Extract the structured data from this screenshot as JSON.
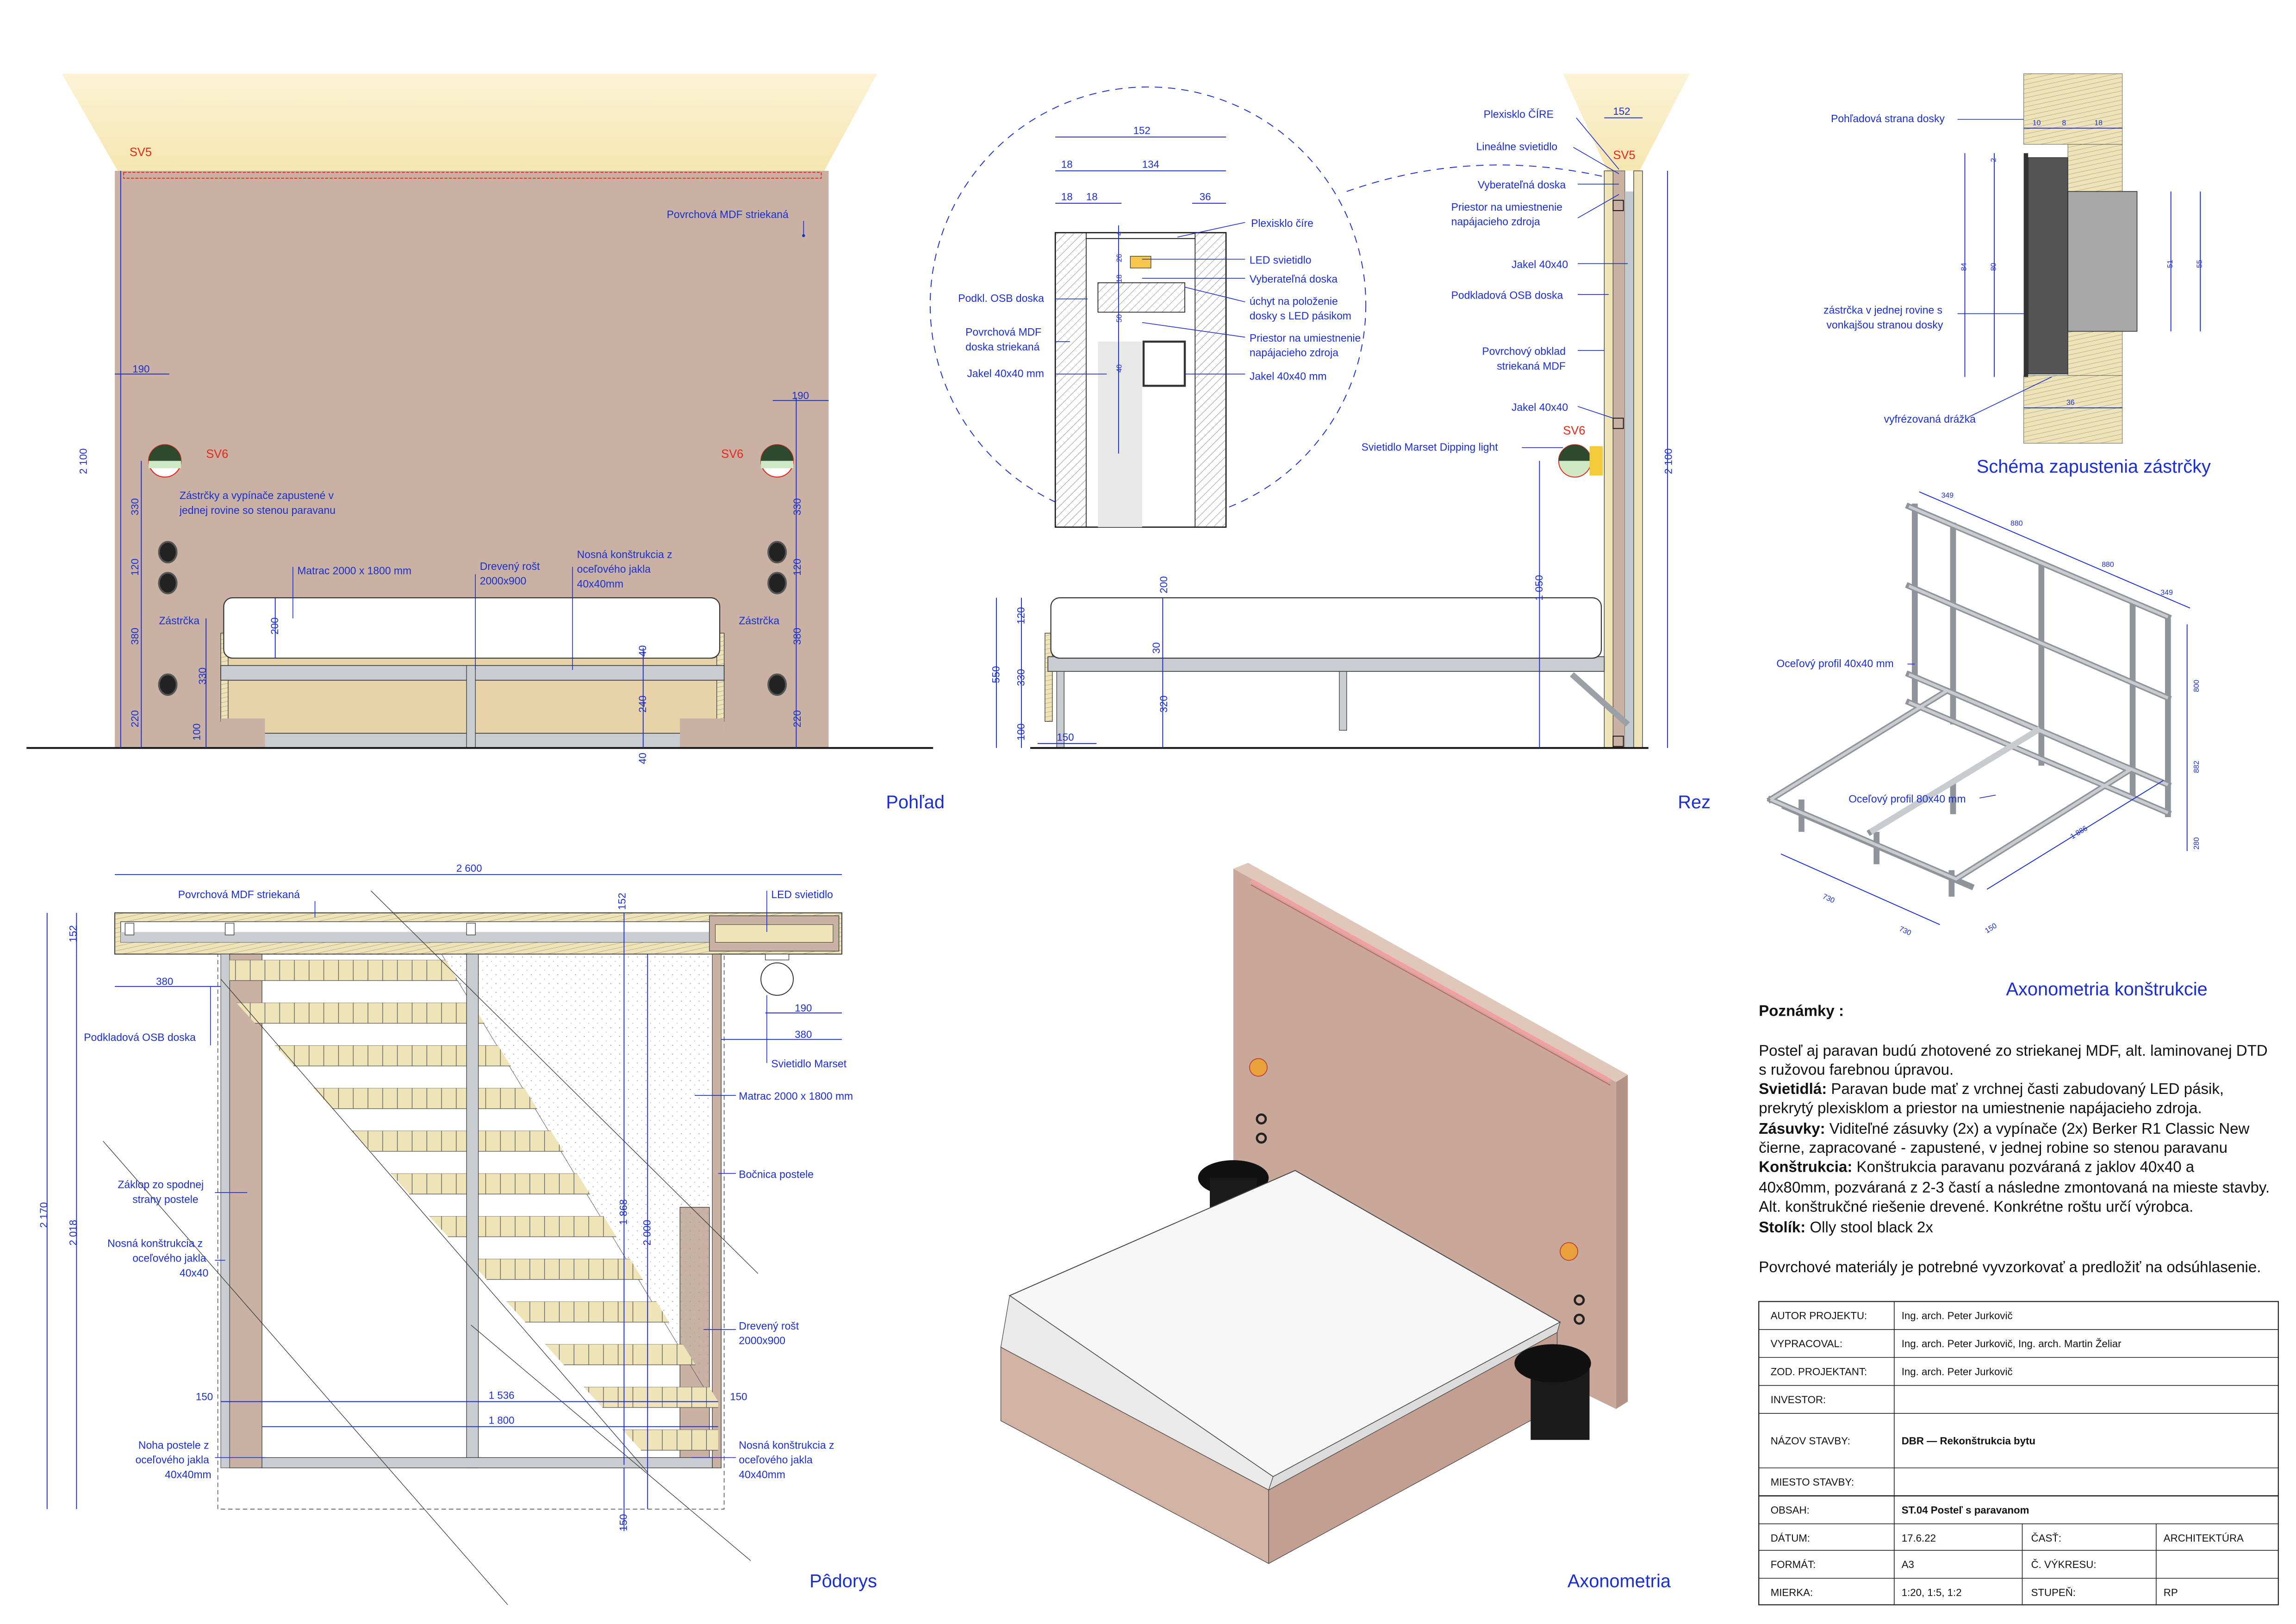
{
  "front": {
    "sv5": "SV5",
    "sv6_left": "SV6",
    "sv6_right": "SV6",
    "mdf": "Povrchová MDF striekaná",
    "dim_190_left": "190",
    "dim_190_right": "190",
    "sockets_note_1": "Zástrčky a vypínače zapustené v",
    "sockets_note_2": "jednej rovine so stenou paravanu",
    "mattress": "Matrac 2000 x 1800 mm",
    "slats_1": "Drevený rošt",
    "slats_2": "2000x900",
    "structure_1": "Nosná konštrukcia z",
    "structure_2": "oceľového jakla",
    "structure_3": "40x40mm",
    "plug_left": "Zástrčka",
    "plug_right": "Zástrčka",
    "dim_height": "2 100",
    "dims_left": [
      "330",
      "120",
      "380",
      "220"
    ],
    "dims_right": [
      "330",
      "120",
      "380",
      "220"
    ],
    "dims_bed": [
      "200",
      "330",
      "100"
    ],
    "dims_frame": [
      "40",
      "240",
      "40"
    ],
    "title": "Pohľad"
  },
  "section": {
    "plexi": "Plexisklo ČÍRE",
    "dim_152": "152",
    "linear_light": "Lineálne svietidlo",
    "sv5": "SV5",
    "removable": "Vyberateľná doska",
    "psu_1": "Priestor na umiestnenie",
    "psu_2": "napájacieho zdroja",
    "jakel_1": "Jakel 40x40",
    "osb": "Podkladová OSB doska",
    "cladding_1": "Povrchový obklad",
    "cladding_2": "striekaná MDF",
    "jakel_2": "Jakel 40x40",
    "sv6": "SV6",
    "marset": "Svietidlo Marset Dipping light",
    "dim_height": "2 100",
    "dim_1050": "1 050",
    "dims_left": [
      "120",
      "550",
      "330",
      "100"
    ],
    "dim_150": "150",
    "dims_bed": [
      "200",
      "30",
      "320"
    ],
    "title": "Rez"
  },
  "detail": {
    "dim_152": "152",
    "dim_18a": "18",
    "dim_134": "134",
    "dim_18b": "18",
    "dim_18c": "18",
    "dim_36": "36",
    "dims_vertical": [
      "4",
      "26",
      "18",
      "50",
      "40"
    ],
    "plexi": "Plexisklo číre",
    "led": "LED svietidlo",
    "removable": "Vyberateľná doska",
    "holder_1": "úchyt na položenie",
    "holder_2": "dosky s LED pásikom",
    "psu_1": "Priestor na umiestnenie",
    "psu_2": "napájacieho zdroja",
    "jakel_right": "Jakel 40x40 mm",
    "osb": "Podkl. OSB doska",
    "mdf_1": "Povrchová MDF",
    "mdf_2": "doska striekaná",
    "jakel_left": "Jakel 40x40 mm"
  },
  "plug": {
    "face": "Pohľadová strana dosky",
    "dims_top": [
      "10",
      "8",
      "18"
    ],
    "dim_84": "84",
    "dim_80": "80",
    "dim_2": "2",
    "dim_51": "51",
    "dim_55": "55",
    "flush_1": "zástrčka v jednej rovine s",
    "flush_2": "vonkajšou stranou dosky",
    "dim_36": "36",
    "groove": "vyfrézovaná drážka",
    "title": "Schéma zapustenia zástrčky"
  },
  "frame": {
    "profile_40": "Oceľový profil 40x40 mm",
    "profile_80": "Oceľový profil 80x40 mm",
    "dims_top": [
      "349",
      "880",
      "880",
      "349"
    ],
    "dims_height": [
      "800",
      "882",
      "280"
    ],
    "dim_1886": "1 886",
    "dim_150": "150",
    "dims_front": [
      "730",
      "730"
    ],
    "title": "Axonometria konštrukcie"
  },
  "plan": {
    "dim_2600": "2 600",
    "mdf": "Povrchová MDF striekaná",
    "led": "LED svietidlo",
    "dim_152_left": "152",
    "dim_152_mid": "152",
    "dim_380_left": "380",
    "dim_190": "190",
    "dim_380_right": "380",
    "osb": "Podkladová OSB doska",
    "marset": "Svietidlo Marset",
    "mattress": "Matrac 2000 x 1800 mm",
    "side": "Bočnica postele",
    "bottom_1": "Záklop zo spodnej",
    "bottom_2": "strany postele",
    "dim_1868": "1 868",
    "dim_2000": "2 000",
    "dim_2170": "2 170",
    "dim_2018": "2 018",
    "struct_l_1": "Nosná konštrukcia z",
    "struct_l_2": "oceľového jakla",
    "struct_l_3": "40x40",
    "slats_1": "Drevený rošt",
    "slats_2": "2000x900",
    "dim_150_left": "150",
    "dim_1536": "1 536",
    "dim_150_right": "150",
    "dim_1800": "1 800",
    "leg_1": "Noha postele z",
    "leg_2": "oceľového jakla",
    "leg_3": "40x40mm",
    "struct_r_1": "Nosná konštrukcia z",
    "struct_r_2": "oceľového jakla",
    "struct_r_3": "40x40mm",
    "dim_150_bottom": "150",
    "title": "Pôdorys"
  },
  "axo": {
    "title": "Axonometria"
  },
  "notes": {
    "heading": "Poznámky :",
    "intro_1": "Posteľ aj paravan budú zhotovené zo striekanej MDF, alt. laminovanej DTD",
    "intro_2": "s ružovou farebnou úpravou.",
    "lights_label": "Svietidlá:",
    "lights_1": " Paravan bude mať z vrchnej časti zabudovaný LED pásik,",
    "lights_2": "prekrytý plexisklom a priestor na umiestnenie napájacieho zdroja.",
    "sockets_label": "Zásuvky:",
    "sockets_1": " Viditeľné zásuvky (2x) a vypínače (2x) Berker R1 Classic New",
    "sockets_2": "čierne, zapracované - zapustené, v jednej robine so stenou paravanu",
    "construction_label": "Konštrukcia:",
    "construction_1": " Konštrukcia paravanu pozváraná z jaklov 40x40 a",
    "construction_2": "40x80mm, pozváraná z 2-3 častí a následne zmontovaná na mieste stavby.",
    "construction_3": "Alt. konštrukčné riešenie drevené. Konkrétne roštu určí výrobca.",
    "table_label": "Stolík:",
    "table_1": " Olly stool black 2x",
    "materials": "Povrchové materiály je potrebné vyvzorkovať a predložiť na odsúhlasenie."
  },
  "title_block": {
    "author_label": "AUTOR PROJEKTU:",
    "author": "Ing. arch. Peter Jurkovič",
    "prepared_label": "VYPRACOVAL:",
    "prepared": "Ing. arch. Peter Jurkovič, Ing. arch. Martin Želiar",
    "responsible_label": "ZOD. PROJEKTANT:",
    "responsible": "Ing. arch. Peter Jurkovič",
    "investor_label": "INVESTOR:",
    "project_label": "NÁZOV STAVBY:",
    "project": "DBR — Rekonštrukcia bytu",
    "site_label": "MIESTO STAVBY:",
    "content_label": "OBSAH:",
    "content": "ST.04 Posteľ s paravanom",
    "date_label": "DÁTUM:",
    "date": "17.6.22",
    "part_label": "ČASŤ:",
    "part": "ARCHITEKTÚRA",
    "format_label": "FORMÁT:",
    "format": "A3",
    "drawing_no_label": "Č. VÝKRESU:",
    "scale_label": "MIERKA:",
    "scale": "1:20, 1:5, 1:2",
    "stage_label": "STUPEŇ:",
    "stage": "RP"
  }
}
